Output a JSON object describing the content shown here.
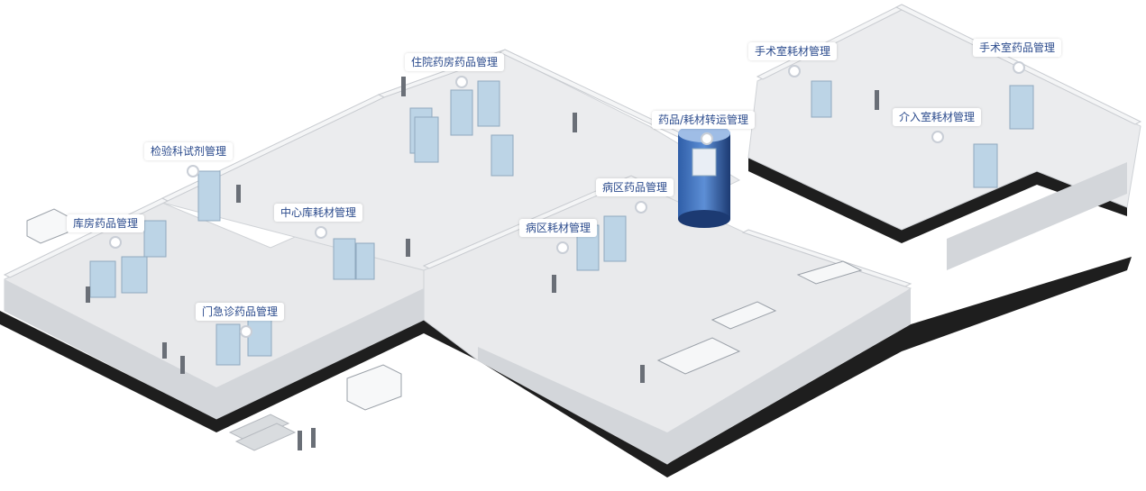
{
  "labels": {
    "pharmacy_store": "库房药品管理",
    "lab_reagent": "检验科试剂管理",
    "central_consumables": "中心库耗材管理",
    "outpatient_drugs": "门急诊药品管理",
    "inpatient_pharmacy": "住院药房药品管理",
    "transport": "药品/耗材转运管理",
    "ward_drugs": "病区药品管理",
    "ward_consumables": "病区耗材管理",
    "or_consumables": "手术室耗材管理",
    "or_drugs": "手术室药品管理",
    "interventional": "介入室耗材管理"
  },
  "colors": {
    "floor": "#e9eaec",
    "wall_top": "#f4f5f6",
    "wall_side": "#c8cbd0",
    "base": "#222222",
    "cabinet": "#bcd4e6",
    "tower": "#1f3f7a",
    "label_text": "#2a4a8c"
  }
}
